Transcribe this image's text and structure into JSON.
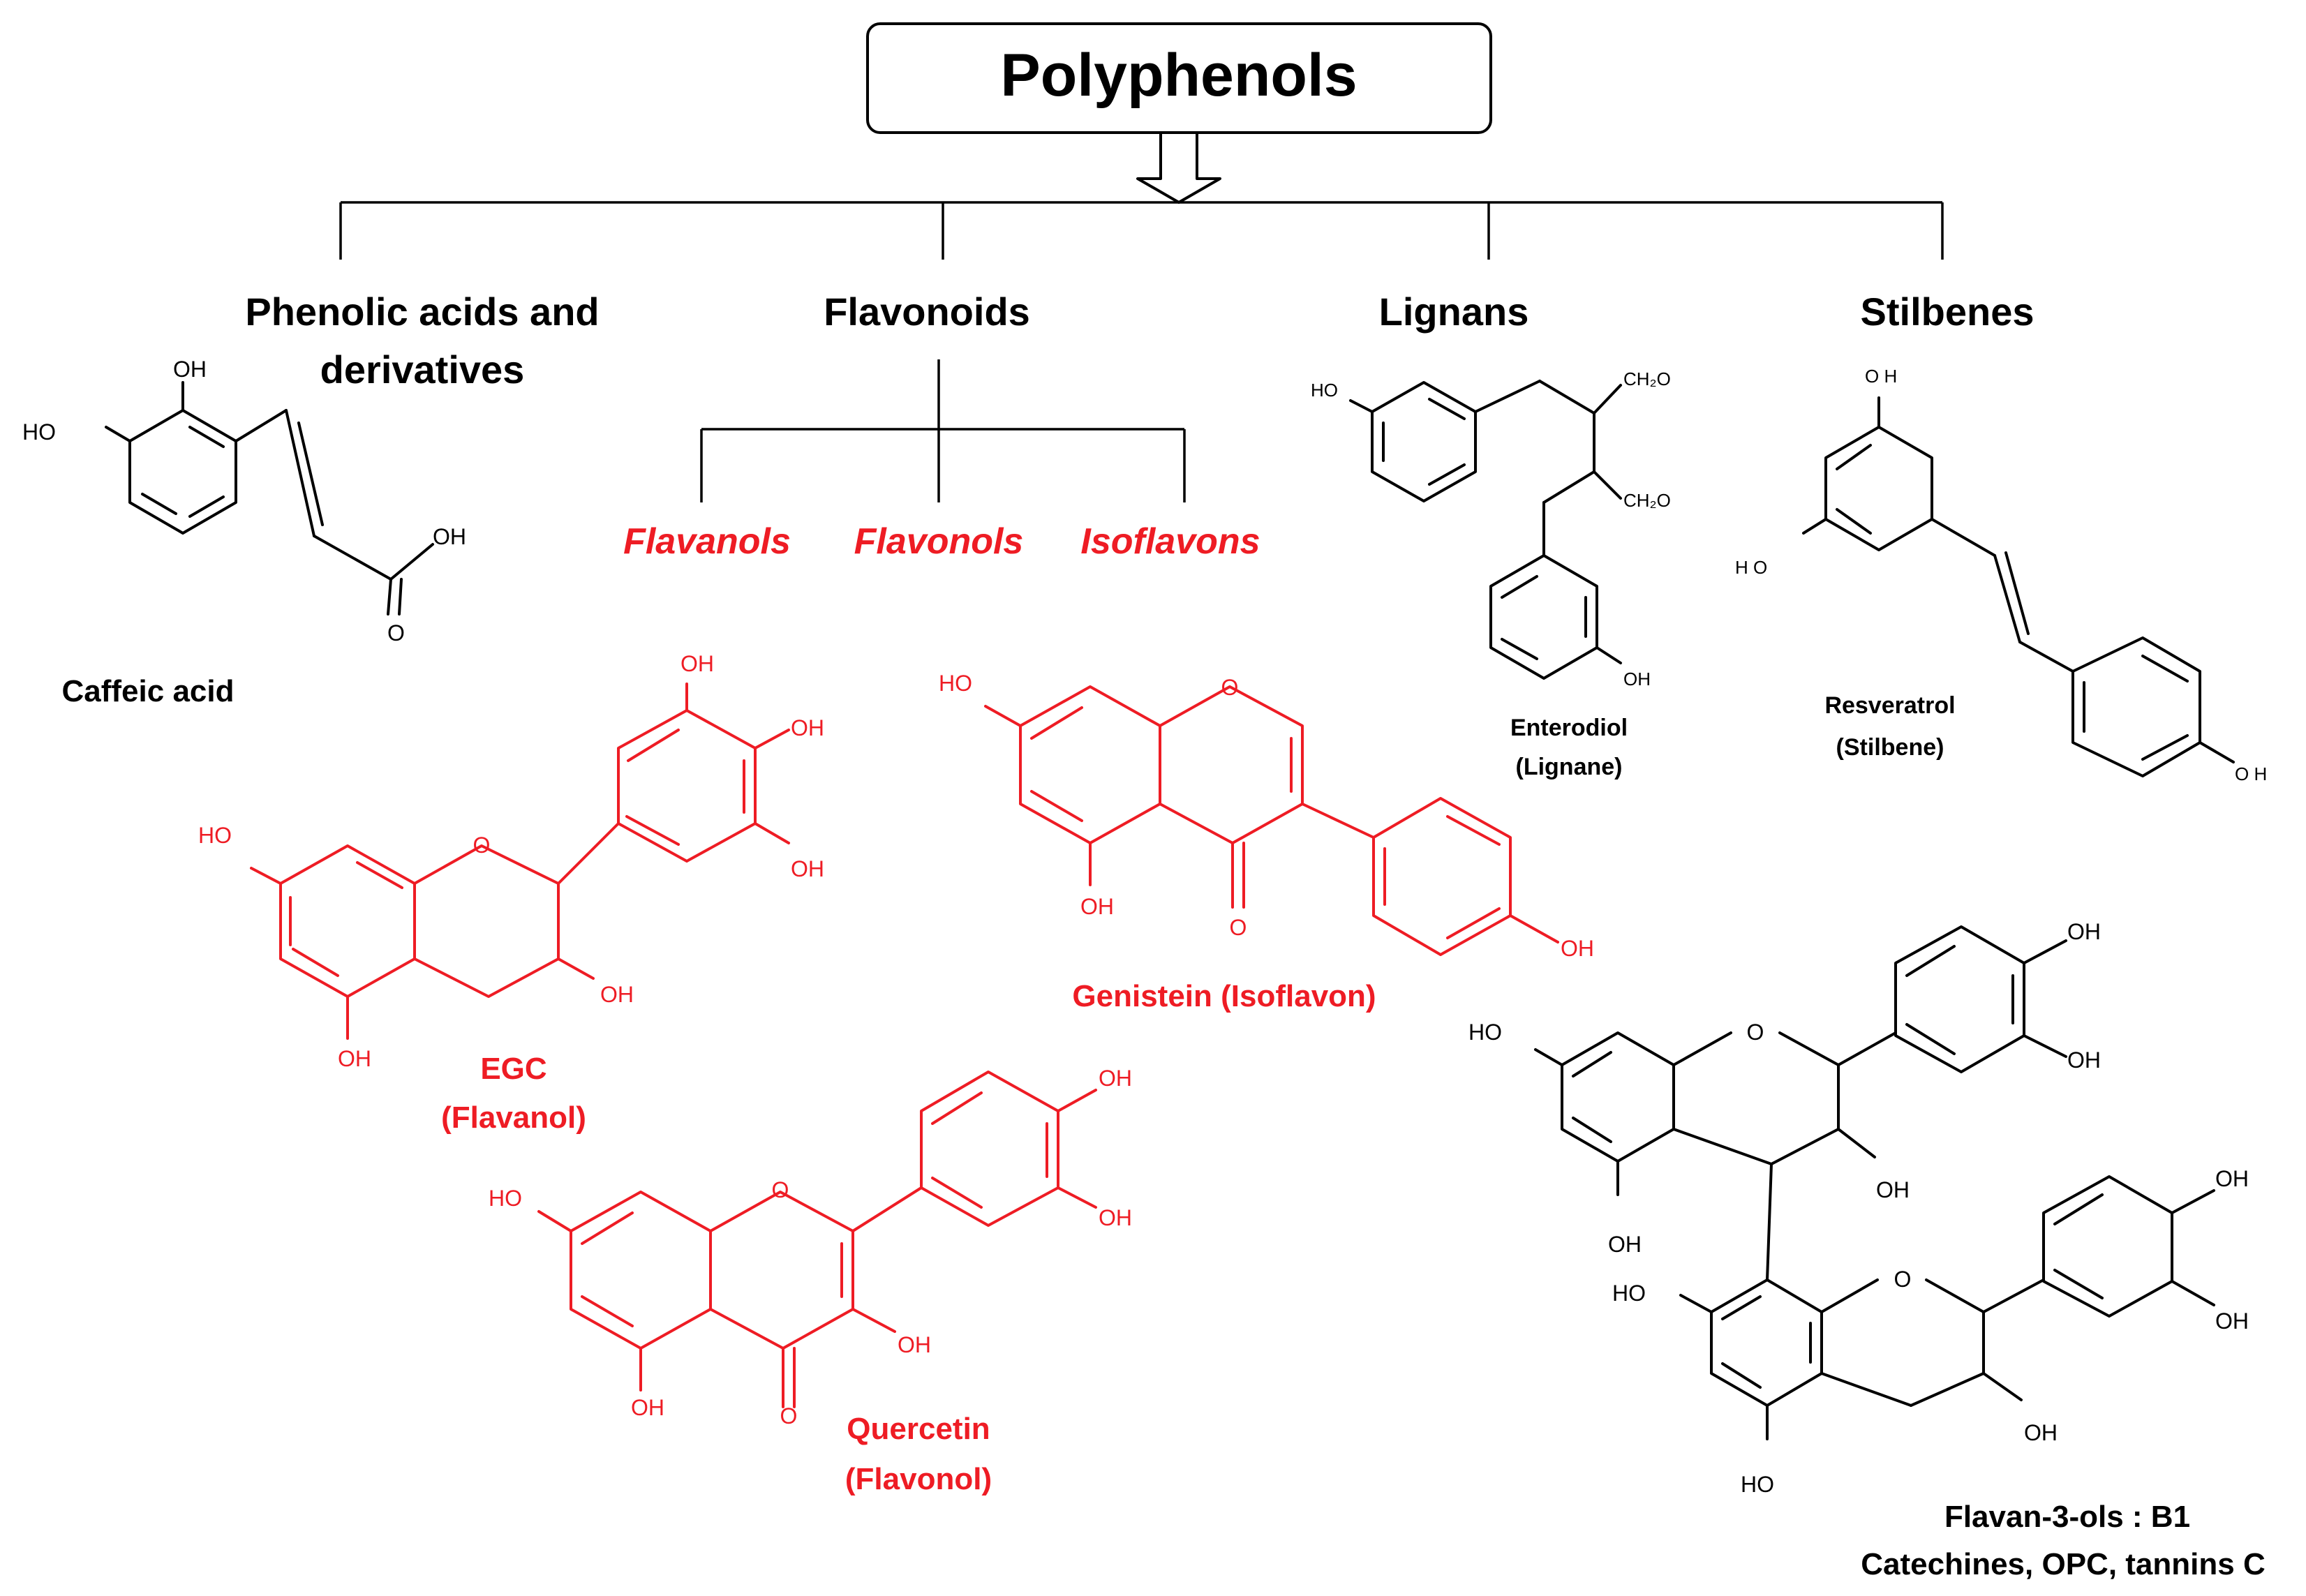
{
  "title": "Polyphenols",
  "colors": {
    "highlight": "#ee1c24",
    "text": "#000000",
    "box_fill": "#ffffff"
  },
  "categories": {
    "phenolic_acids": {
      "line1": "Phenolic acids and",
      "line2": "derivatives"
    },
    "flavonoids": "Flavonoids",
    "lignans": "Lignans",
    "stilbenes": "Stilbenes"
  },
  "flavonoid_subclasses": [
    "Flavanols",
    "Flavonols",
    "Isoflavons"
  ],
  "compounds": {
    "caffeic_acid": {
      "name": "Caffeic acid"
    },
    "egc": {
      "name": "EGC",
      "class": "(Flavanol)"
    },
    "genistein": {
      "name": "Genistein (Isoflavon)"
    },
    "quercetin": {
      "name": "Quercetin",
      "class": "(Flavonol)"
    },
    "enterodiol": {
      "name": "Enterodiol",
      "class": "(Lignane)"
    },
    "resveratrol": {
      "name": "Resveratrol",
      "class": "(Stilbene)"
    },
    "procyanidin_b1": {
      "line1": "Flavan-3-ols : B1",
      "line2": "Catechines, OPC, tannins C"
    }
  },
  "atom_labels": {
    "oh": "OH",
    "ho": "HO",
    "o": "O",
    "ch2o": "CH₂O",
    "o_h": "O H",
    "h_o": "H O"
  }
}
